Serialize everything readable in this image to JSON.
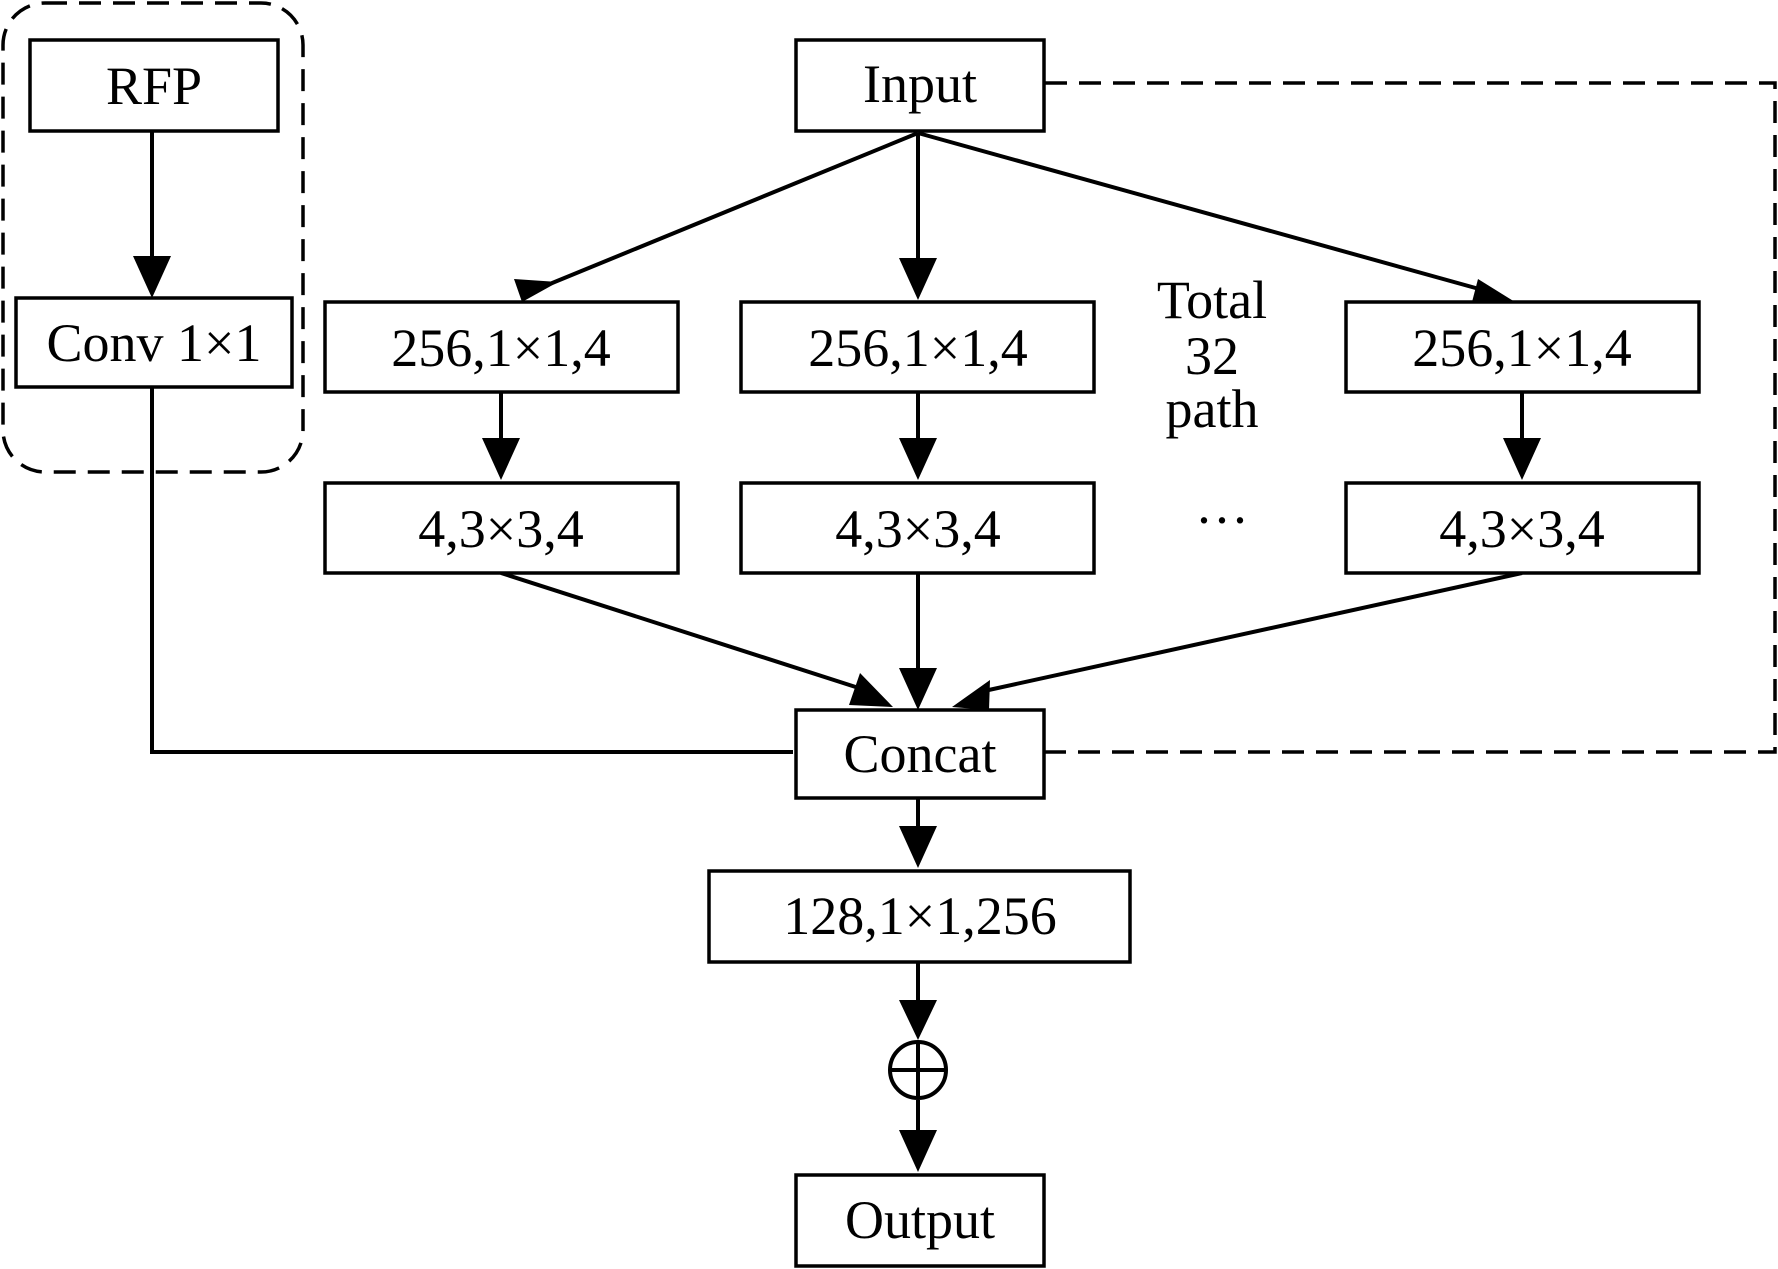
{
  "nodes": {
    "rfp": "RFP",
    "conv": "Conv 1×1",
    "input": "Input",
    "branch_a_1": "256,1×1,4",
    "branch_a_2": "4,3×3,4",
    "branch_b_1": "256,1×1,4",
    "branch_b_2": "4,3×3,4",
    "branch_c_1": "256,1×1,4",
    "branch_c_2": "4,3×3,4",
    "concat": "Concat",
    "reduce": "128,1×1,256",
    "output": "Output"
  },
  "annotation": {
    "line1": "Total",
    "line2": "32",
    "line3": "path"
  },
  "ellipsis": "···",
  "add_symbol": "⊕",
  "colors": {
    "stroke": "#000000",
    "background": "#ffffff"
  }
}
